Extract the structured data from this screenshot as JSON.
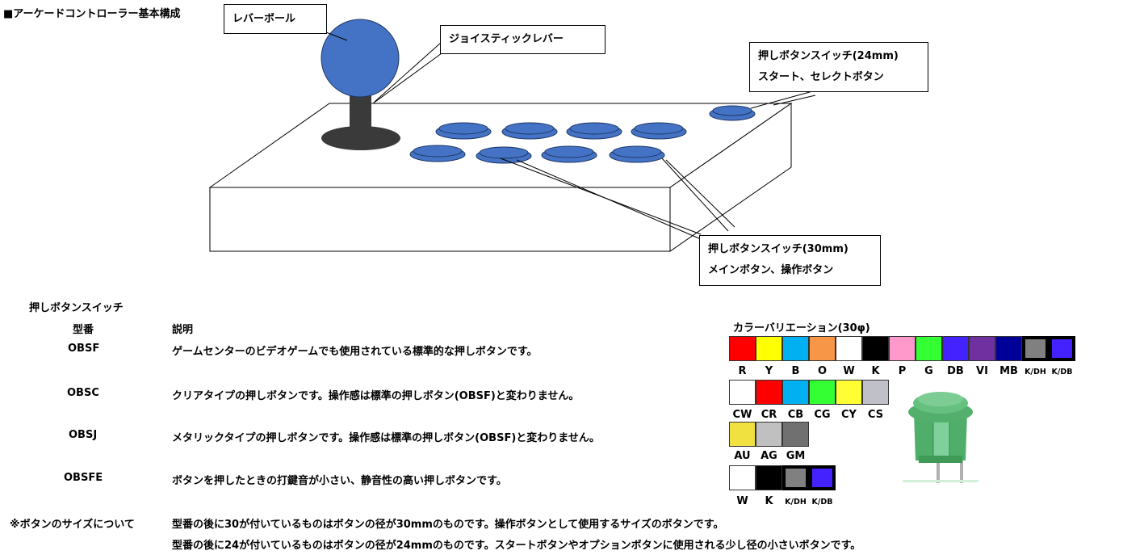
{
  "title": "■アーケードコントローラー基本構成",
  "callouts": {
    "lever_ball": "レバーボール",
    "joystick_lever": "ジョイスティックレバー",
    "btn24_line1": "押しボタンスイッチ(24mm)",
    "btn24_line2": "スタート、セレクトボタン",
    "btn30_line1": "押しボタンスイッチ(30mm)",
    "btn30_line2": "メインボタン、操作ボタン"
  },
  "table": {
    "section_title": "押しボタンスイッチ",
    "col_model": "型番",
    "col_desc": "説明",
    "rows": [
      {
        "model": "OBSF",
        "desc": "ゲームセンターのビデオゲームでも使用されている標準的な押しボタンです。"
      },
      {
        "model": "OBSC",
        "desc": "クリアタイプの押しボタンです。操作感は標準の押しボタン(OBSF)と変わりません。"
      },
      {
        "model": "OBSJ",
        "desc": "メタリックタイプの押しボタンです。操作感は標準の押しボタン(OBSF)と変わりません。"
      },
      {
        "model": "OBSFE",
        "desc": "ボタンを押したときの打鍵音が小さい、静音性の高い押しボタンです。"
      }
    ]
  },
  "colors": {
    "title": "カラーバリエーション(30φ)",
    "obsf": [
      {
        "label": "R",
        "color": "#ff0000"
      },
      {
        "label": "Y",
        "color": "#ffff00"
      },
      {
        "label": "B",
        "color": "#00b0f0"
      },
      {
        "label": "O",
        "color": "#f79646"
      },
      {
        "label": "W",
        "color": "#ffffff"
      },
      {
        "label": "K",
        "color": "#000000"
      },
      {
        "label": "P",
        "color": "#ff99cc"
      },
      {
        "label": "G",
        "color": "#33ff33"
      },
      {
        "label": "DB",
        "color": "#4422ff"
      },
      {
        "label": "VI",
        "color": "#7030a0"
      },
      {
        "label": "MB",
        "color": "#000099"
      },
      {
        "label": "K/DH",
        "color": "#808080"
      },
      {
        "label": "K/DB",
        "color": "#4422ff"
      }
    ],
    "obsc": [
      {
        "label": "CW",
        "color": "#ffffff"
      },
      {
        "label": "CR",
        "color": "#ff0000"
      },
      {
        "label": "CB",
        "color": "#00b0f0"
      },
      {
        "label": "CG",
        "color": "#33ff33"
      },
      {
        "label": "CY",
        "color": "#ffff33"
      },
      {
        "label": "CS",
        "color": "#c0c0c8"
      }
    ],
    "obsj": [
      {
        "label": "AU",
        "color": "#f0e040"
      },
      {
        "label": "AG",
        "color": "#c0c0c0"
      },
      {
        "label": "GM",
        "color": "#707070"
      }
    ],
    "obsfe": [
      {
        "label": "W",
        "color": "#ffffff"
      },
      {
        "label": "K",
        "color": "#000000"
      },
      {
        "label": "K/DH",
        "color": "#808080"
      },
      {
        "label": "K/DB",
        "color": "#4422ff"
      }
    ]
  },
  "size_note": {
    "label": "※ボタンのサイズについて",
    "line1": "型番の後に30が付いているものはボタンの径が30mmのものです。操作ボタンとして使用するサイズのボタンです。",
    "line2": "型番の後に24が付いているものはボタンの径が24mmのものです。スタートボタンやオプションボタンに使用される少し径の小さいボタンです。"
  },
  "palette": {
    "button_fill": "#4472c4",
    "button_stroke": "#1f3864",
    "stick": "#3a3a3a",
    "photo_green": "#5fbf7a"
  }
}
